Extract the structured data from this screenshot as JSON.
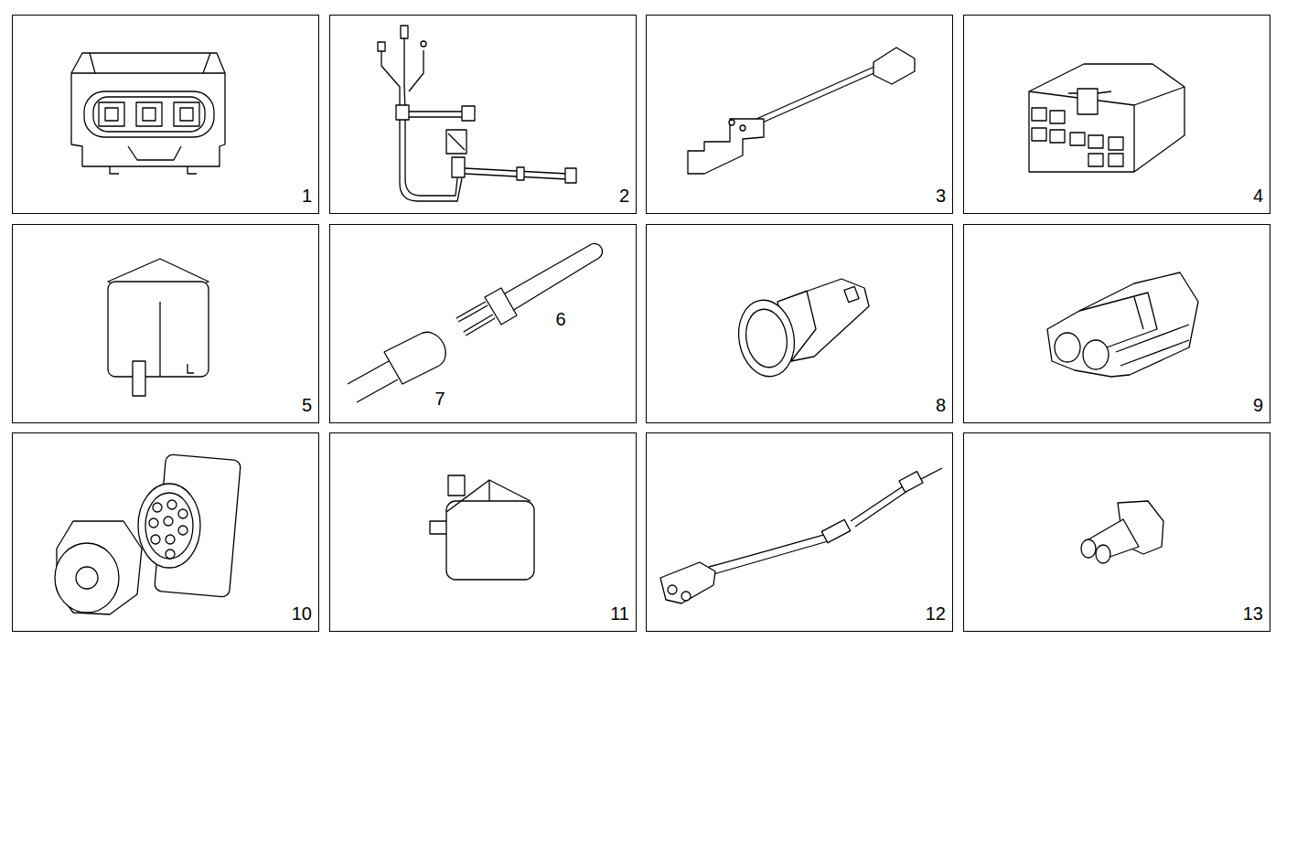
{
  "diagram": {
    "nodes": [
      {
        "text": [
          "1"
        ]
      },
      {
        "text": [
          "2"
        ]
      },
      {
        "text": [
          "3"
        ]
      },
      {
        "text": [
          "4"
        ]
      },
      {
        "text": [
          "5"
        ]
      },
      {
        "text": [
          "6",
          "7"
        ]
      },
      {
        "text": [
          "8"
        ]
      },
      {
        "text": [
          "9"
        ]
      },
      {
        "text": [
          "10"
        ]
      },
      {
        "text": [
          "11"
        ]
      },
      {
        "text": [
          "12"
        ]
      },
      {
        "text": [
          "13"
        ]
      }
    ]
  }
}
